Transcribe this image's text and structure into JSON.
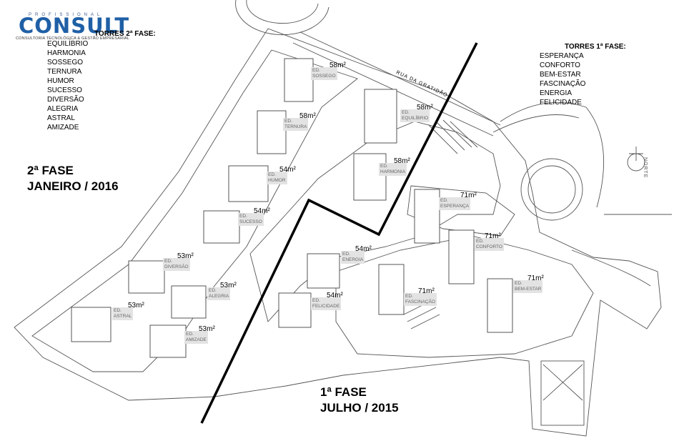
{
  "logo": {
    "top_text": "PROFISSIONAL",
    "name": "CONSULT",
    "caption": "CONSULTORIA TECNOLÓGICA & GESTÃO EMPRESARIAL"
  },
  "towers_phase2": {
    "title": "TORRES 2ª FASE:",
    "items": [
      "EQUILÍBRIO",
      "HARMONIA",
      "SOSSEGO",
      "TERNURA",
      "HUMOR",
      "SUCESSO",
      "DIVERSÃO",
      "ALEGRIA",
      "ASTRAL",
      "AMIZADE"
    ]
  },
  "towers_phase1": {
    "title": "TORRES 1ª FASE:",
    "items": [
      "ESPERANÇA",
      "CONFORTO",
      "BEM-ESTAR",
      "FASCINAÇÃO",
      "ENERGIA",
      "FELICIDADE"
    ]
  },
  "phase2_label": {
    "line1": "2ª FASE",
    "line2": "JANEIRO / 2016"
  },
  "phase1_label": {
    "line1": "1ª FASE",
    "line2": "JULHO / 2015"
  },
  "street_label": "RUA DA GRATIDÃO",
  "north_label": "NORTE",
  "buildings": [
    {
      "ed": "ED.",
      "name": "SOSSEGO",
      "area": "58m²"
    },
    {
      "ed": "ED.",
      "name": "EQUILÍBRIO",
      "area": "58m²"
    },
    {
      "ed": "ED.",
      "name": "TERNURA",
      "area": "58m²"
    },
    {
      "ed": "ED.",
      "name": "HARMONIA",
      "area": "58m²"
    },
    {
      "ed": "ED.",
      "name": "HUMOR",
      "area": "54m²"
    },
    {
      "ed": "ED.",
      "name": "SUCESSO",
      "area": "54m²"
    },
    {
      "ed": "ED.",
      "name": "ESPERANÇA",
      "area": "71m²"
    },
    {
      "ed": "ED.",
      "name": "CONFORTO",
      "area": "71m²"
    },
    {
      "ed": "ED.",
      "name": "ENERGIA",
      "area": "54m²"
    },
    {
      "ed": "ED.",
      "name": "DIVERSÃO",
      "area": "53m²"
    },
    {
      "ed": "ED.",
      "name": "ALEGRIA",
      "area": "53m²"
    },
    {
      "ed": "ED.",
      "name": "BEM-ESTAR",
      "area": "71m²"
    },
    {
      "ed": "ED.",
      "name": "FASCINAÇÃO",
      "area": "71m²"
    },
    {
      "ed": "ED.",
      "name": "FELICIDADE",
      "area": "54m²"
    },
    {
      "ed": "ED.",
      "name": "ASTRAL",
      "area": "53m²"
    },
    {
      "ed": "ED.",
      "name": "AMIZADE",
      "area": "53m²"
    }
  ],
  "colors": {
    "logo": "#1f5fa6",
    "line": "#555555",
    "divider": "#000000",
    "label_bg": "#e3e3e3"
  }
}
